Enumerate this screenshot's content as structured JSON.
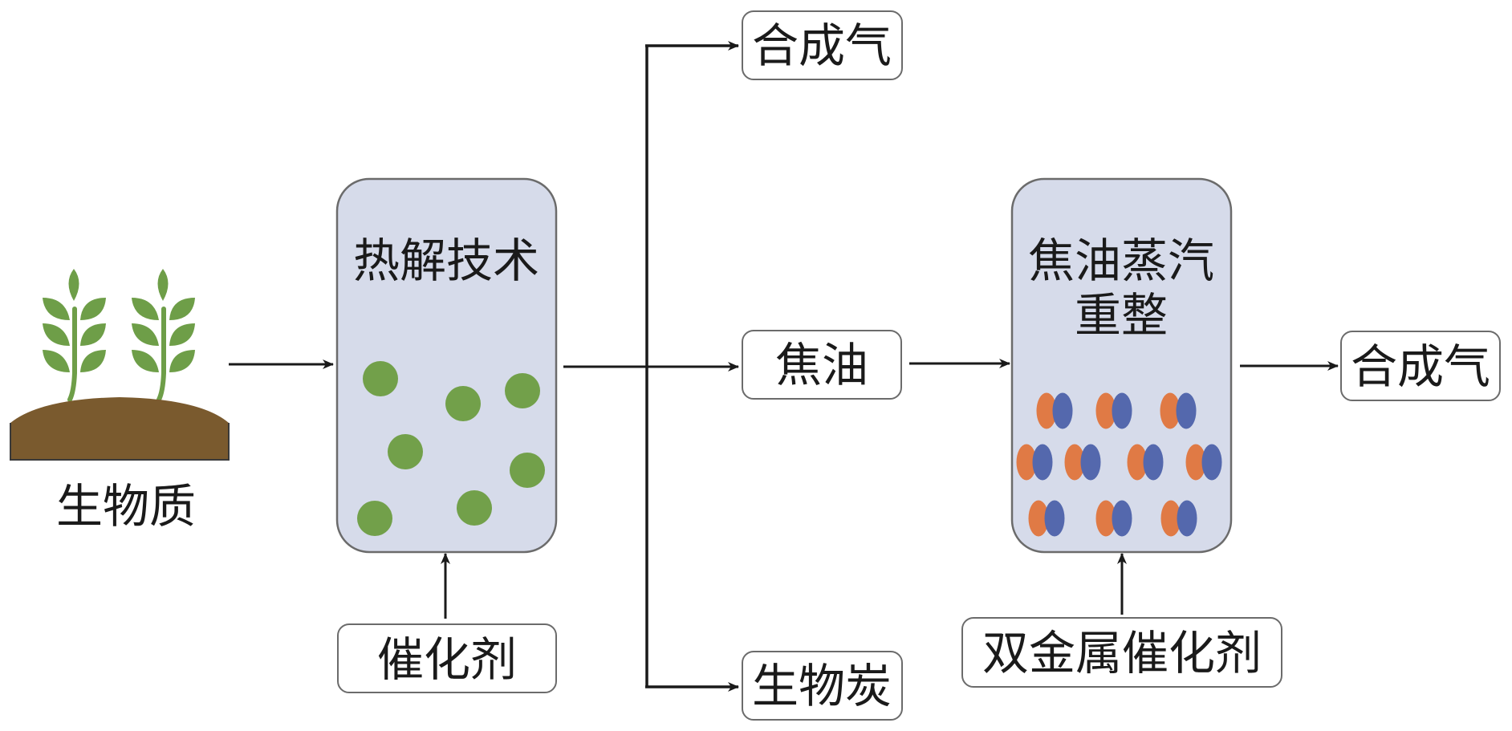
{
  "diagram": {
    "biomass": {
      "label": "生物质",
      "icon": "plant-sprouts-in-soil"
    },
    "pyrolysis_reactor": {
      "label": "热解技术",
      "particles": 7,
      "particle_color": "#72a04a"
    },
    "catalyst": {
      "label": "催化剂"
    },
    "products": {
      "syngas": {
        "label": "合成气"
      },
      "tar": {
        "label": "焦油"
      },
      "biochar": {
        "label": "生物炭"
      }
    },
    "reforming_reactor": {
      "label_line1": "焦油蒸汽",
      "label_line2": "重整",
      "particle_rows": [
        3,
        4,
        3
      ],
      "metal_a_color": "#e07a45",
      "metal_b_color": "#5468ad"
    },
    "bimetallic_catalyst": {
      "label": "双金属催化剂"
    },
    "final_product": {
      "label": "合成气"
    },
    "colors": {
      "reactor_fill": "#d6dbea",
      "reactor_border": "#6b6b6b",
      "arrow": "#1a1a1a",
      "plant_green": "#6e9e48",
      "soil_brown": "#7a5a2e"
    }
  }
}
